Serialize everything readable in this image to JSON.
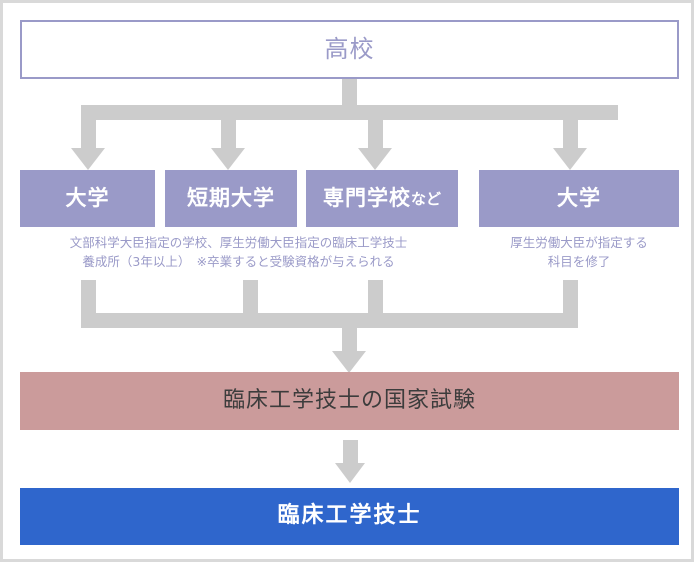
{
  "diagram": {
    "title_node": {
      "label": "高校"
    },
    "school_nodes": [
      {
        "label": "大学",
        "suffix": ""
      },
      {
        "label": "短期大学",
        "suffix": ""
      },
      {
        "label": "専門学校",
        "suffix": "など"
      },
      {
        "label": "大学",
        "suffix": ""
      }
    ],
    "captions": {
      "left": "文部科学大臣指定の学校、厚生労働大臣指定の臨床工学技士\n養成所（3年以上）　※卒業すると受験資格が与えられる",
      "right": "厚生労働大臣が指定する\n科目を修了"
    },
    "exam_node": {
      "label": "臨床工学技士の国家試験"
    },
    "result_node": {
      "label": "臨床工学技士"
    }
  },
  "colors": {
    "purple": "#9a9ac8",
    "rose": "#cb9b9b",
    "blue": "#2f66cc",
    "connector_gray": "#cccccc",
    "page_border": "#d9d9d9",
    "exam_text": "#3c3c3c"
  }
}
